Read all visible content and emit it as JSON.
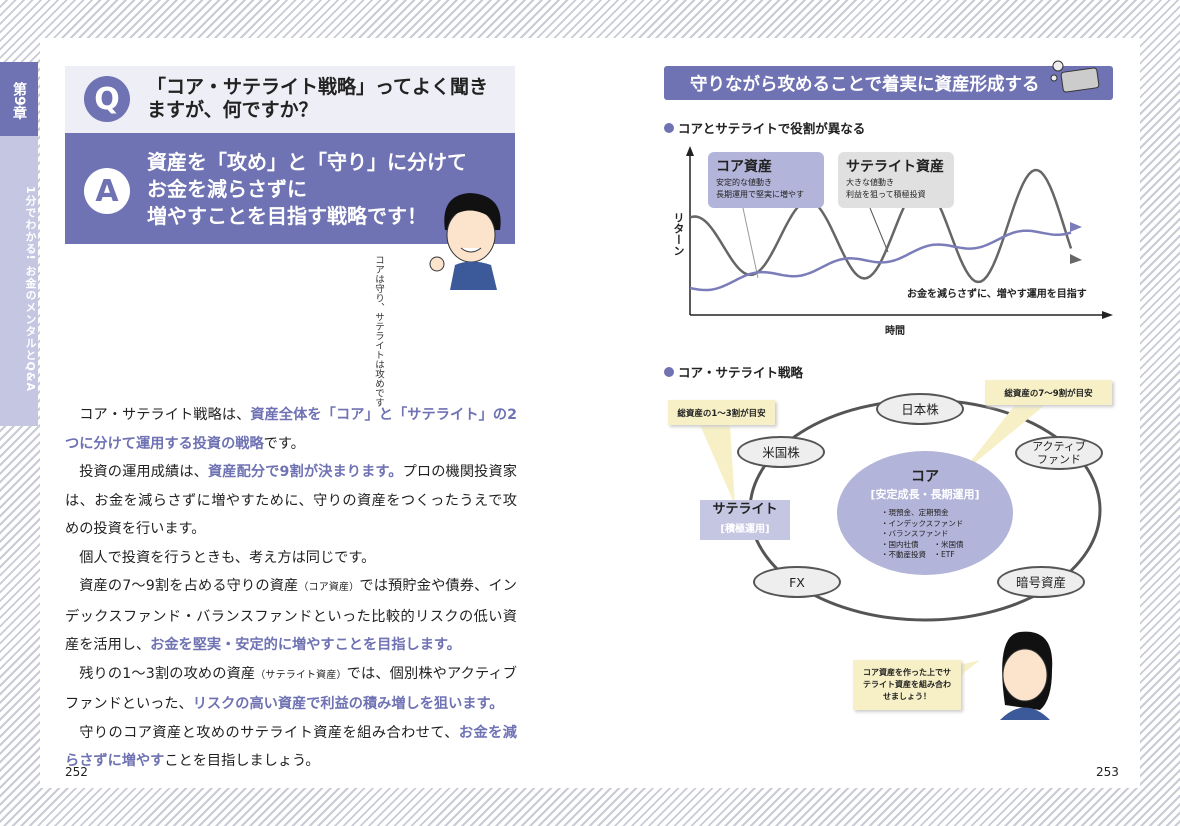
{
  "chapter": {
    "number_label": "第9章",
    "subtitle": "1分でわかる! お金のメンタルとQ&A"
  },
  "qa": {
    "q_mark": "Q",
    "question": "「コア・サテライト戦略」ってよく聞きますが、何ですか？",
    "a_mark": "A",
    "answer_lines": [
      "資産を「攻め」と「守り」に分けて",
      "お金を減らさずに",
      "増やすことを目指す戦略です！"
    ],
    "character_note": "コアは守り、サテライトは攻めです"
  },
  "body": [
    [
      {
        "t": "コア・サテライト戦略は、"
      },
      {
        "t": "資産全体を「コア」と「サテライト」の2つに分けて運用する投資の戦略",
        "h": 1
      },
      {
        "t": "です。"
      }
    ],
    [
      {
        "t": "投資の運用成績は、"
      },
      {
        "t": "資産配分で9割が決まります。",
        "h": 1
      },
      {
        "t": "プロの機関投資家は、お金を減らさずに増やすために、守りの資産をつくったうえで攻めの投資を行います。"
      }
    ],
    [
      {
        "t": "個人で投資を行うときも、考え方は同じです。"
      }
    ],
    [
      {
        "t": "資産の7～9割を占める守りの資産"
      },
      {
        "t": "（コア資産）",
        "s": 1
      },
      {
        "t": "では預貯金や債券、インデックスファンド・バランスファンドといった比較的リスクの低い資産を活用し、"
      },
      {
        "t": "お金を堅実・安定的に増やすことを目指します。",
        "h": 1
      }
    ],
    [
      {
        "t": "残りの1～3割の攻めの資産"
      },
      {
        "t": "（サテライト資産）",
        "s": 1
      },
      {
        "t": "では、個別株やアクティブファンドといった、"
      },
      {
        "t": "リスクの高い資産で利益の積み増しを狙います。",
        "h": 1
      }
    ],
    [
      {
        "t": "守りのコア資産と攻めのサテライト資産を組み合わせて、"
      },
      {
        "t": "お金を減らさずに増やす",
        "h": 1
      },
      {
        "t": "ことを目指しましょう。"
      }
    ]
  ],
  "page_left": "252",
  "page_right": "253",
  "right": {
    "title": "守りながら攻めることで着実に資産形成する",
    "section1": "コアとサテライトで役割が異なる",
    "chart": {
      "y_label": "リターン",
      "x_label": "時間",
      "core": {
        "title": "コア資産",
        "lines": [
          "安定的な値動き",
          "長期運用で堅実に増やす"
        ]
      },
      "satellite": {
        "title": "サテライト資産",
        "lines": [
          "大きな値動き",
          "利益を狙って積極投資"
        ]
      },
      "caption": "お金を減らさずに、増やす運用を目指す"
    },
    "section2": "コア・サテライト戦略",
    "diagram": {
      "nodes": [
        "日本株",
        "米国株",
        "アクティブファンド",
        "FX",
        "暗号資産"
      ],
      "core_title": "コア",
      "core_sub": "[安定成長・長期運用]",
      "core_items": [
        "・現預金、定期預金",
        "・インデックスファンド",
        "・バランスファンド",
        "・国内社債　　・米国債",
        "・不動産投資　・ETF"
      ],
      "satellite_title": "サテライト",
      "satellite_sub": "[積極運用]",
      "callout_satellite": "総資産の1～3割が目安",
      "callout_core": "総資産の7～9割が目安",
      "speech": "コア資産を作った上でサテライト資産を組み合わせましょう！"
    },
    "colors": {
      "accent": "#6f72b3",
      "light_accent": "#c5c6e2",
      "callout": "#f7f0c6"
    }
  }
}
